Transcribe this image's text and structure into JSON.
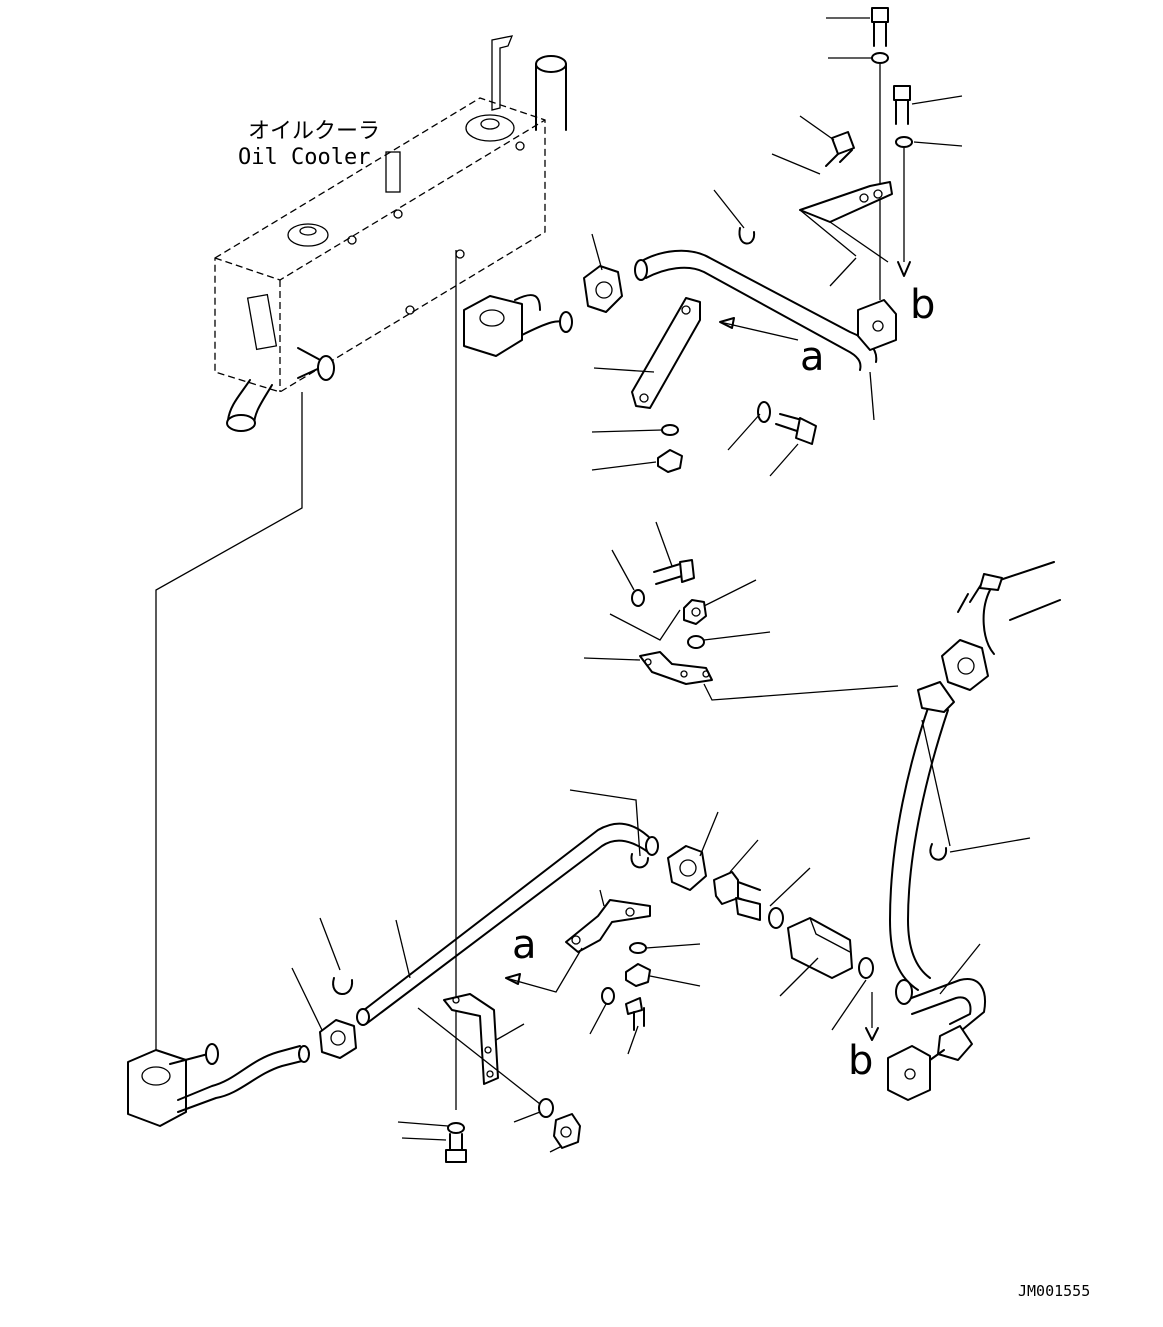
{
  "labels": {
    "oil_cooler_jp": "オイルクーラ",
    "oil_cooler_en": "Oil Cooler",
    "marker_a": "a",
    "marker_b": "b",
    "drawing_code": "JM001555"
  }
}
